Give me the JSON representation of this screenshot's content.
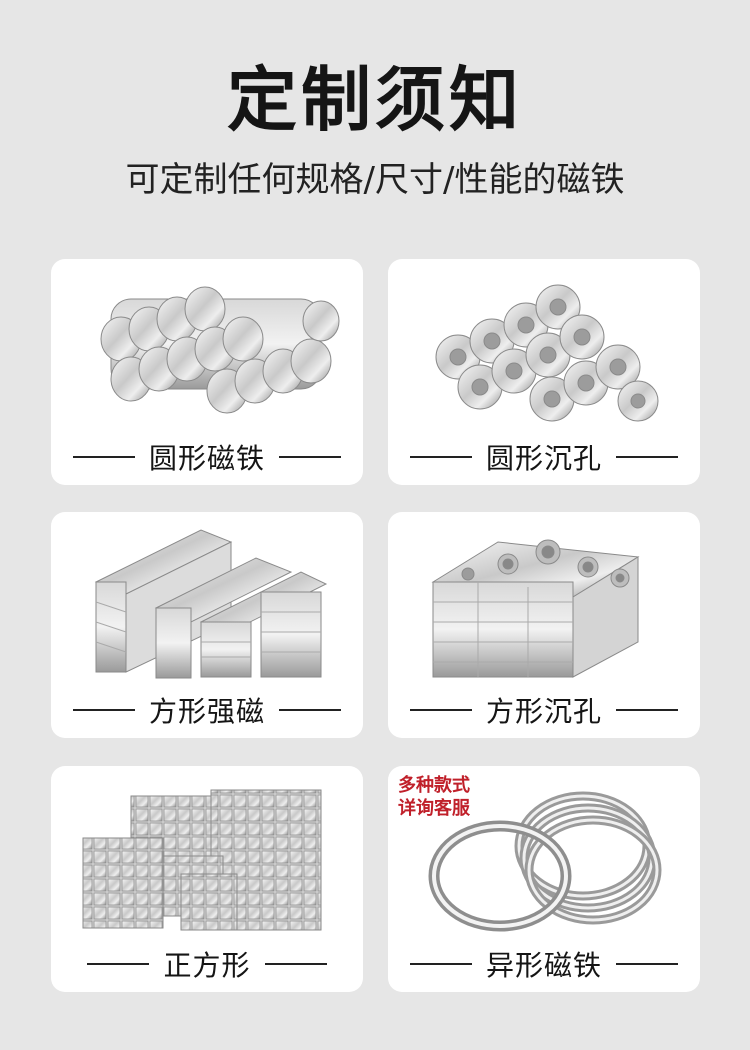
{
  "header": {
    "title": "定制须知",
    "subtitle": "可定制任何规格/尺寸/性能的磁铁"
  },
  "products": [
    {
      "label": "圆形磁铁"
    },
    {
      "label": "圆形沉孔"
    },
    {
      "label": "方形强磁"
    },
    {
      "label": "方形沉孔"
    },
    {
      "label": "正方形"
    },
    {
      "label": "异形磁铁",
      "note_lines": [
        "多种款式",
        "详询客服"
      ]
    }
  ],
  "colors": {
    "background": "#e6e6e6",
    "card": "#ffffff",
    "note": "#c0202a",
    "text": "#151515"
  }
}
